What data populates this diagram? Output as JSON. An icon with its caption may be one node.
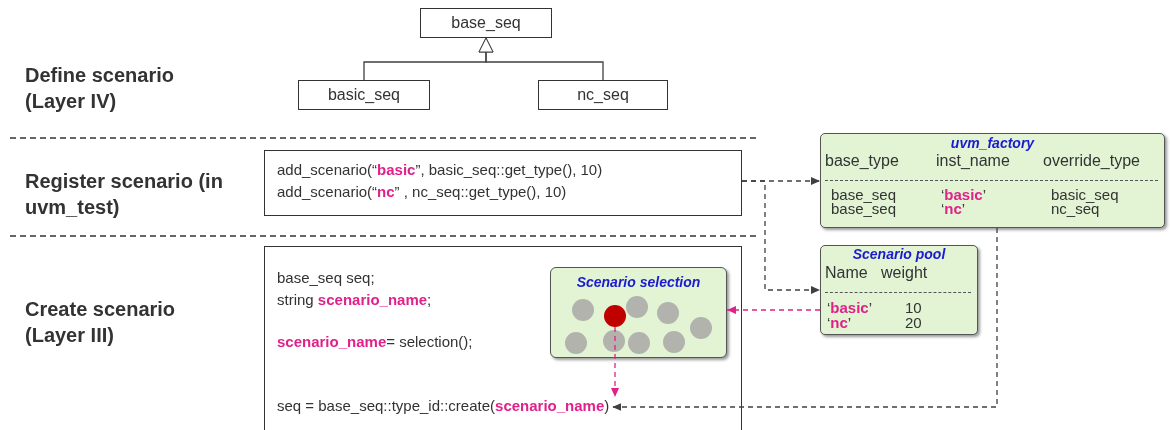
{
  "diagram": {
    "nodes": [
      {
        "text": [
          "base_seq"
        ]
      },
      {
        "text": [
          "basic_seq"
        ]
      },
      {
        "text": [
          "nc_seq"
        ]
      },
      {
        "text": [
          "add_scenario(“**basic**”, basic_seq::get_type(), 10)",
          "add_scenario(“**nc**” , nc_seq::get_type(), 10)"
        ]
      },
      {
        "text": [
          "uvm_factory",
          "base_type",
          "inst_name",
          "override_type",
          "base_seq",
          "‘**basic**’",
          "basic_seq",
          "base_seq",
          "‘**nc**’",
          "nc_seq"
        ]
      },
      {
        "text": [
          "base_seq seq;",
          "string **scenario_name**;",
          "**scenario_name**= selection();"
        ]
      },
      {
        "text": [
          "Scenario selection"
        ],
        "in": 5
      },
      {
        "text": [],
        "shape": "circle",
        "in": 6
      },
      {
        "text": [
          "seq = base_seq::type_id::create(**scenario_name**)"
        ],
        "in": 5
      },
      {
        "text": [
          "Scenario pool",
          "Name",
          "weight",
          "‘**basic**’",
          "10",
          "‘**nc**’",
          "20"
        ]
      }
    ],
    "edges": [
      {
        "from": 1,
        "to": 0,
        "arrow": "to"
      },
      {
        "from": 2,
        "to": 0,
        "arrow": "to"
      },
      {
        "from": 3,
        "to": 4,
        "arrow": "to",
        "style": "dashed"
      },
      {
        "from": 3,
        "to": 9,
        "arrow": "to",
        "style": "dashed"
      },
      {
        "from": 9,
        "to": 6,
        "arrow": "to",
        "style": "dashed",
        "color": "#e0218a"
      },
      {
        "from": 7,
        "to": 8,
        "arrow": "to",
        "style": "dashed",
        "color": "#e0218a"
      },
      {
        "from": 4,
        "to": 8,
        "arrow": "to",
        "style": "dashed"
      }
    ],
    "labels": [
      "Define scenario (Layer IV)",
      "Register scenario (in uvm_test)",
      "Create scenario (Layer III)"
    ]
  }
}
